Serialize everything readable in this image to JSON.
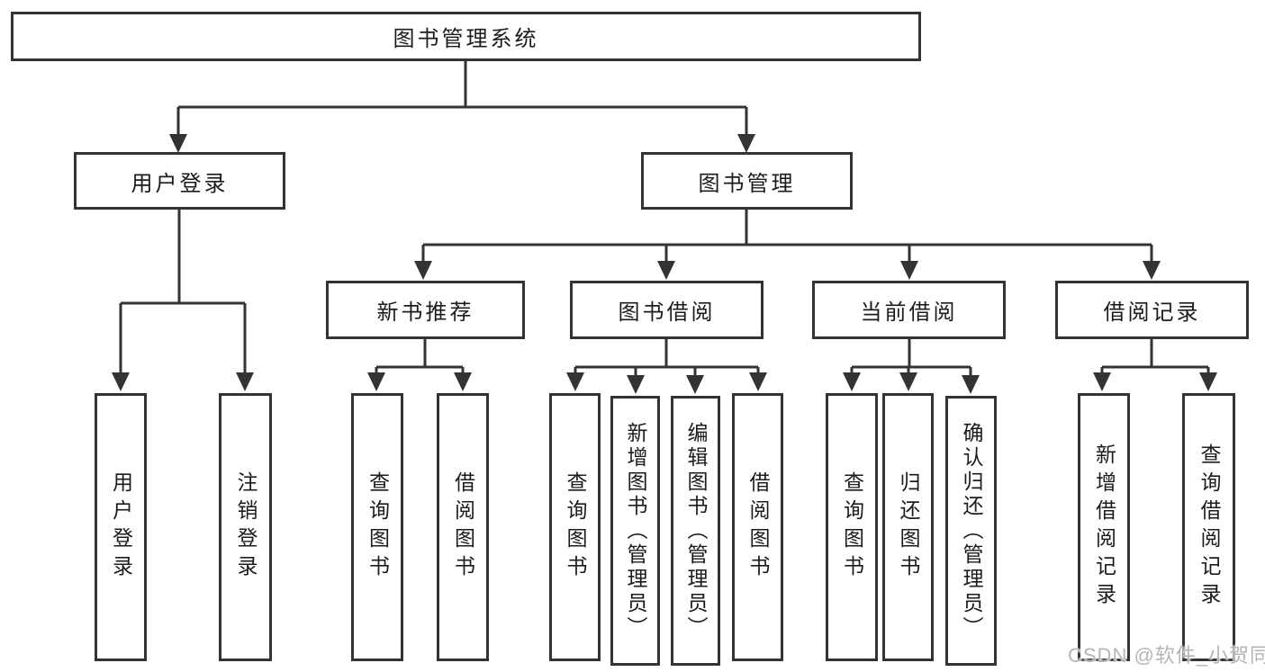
{
  "diagram": {
    "type": "function-structure-tree",
    "colors": {
      "background": "#ffffff",
      "line": "#333333",
      "box_border": "#333333",
      "text": "#1c1c1c",
      "watermark_text": "#b5b5b5"
    },
    "hierarchy": {
      "图书管理系统": {
        "用户登录": [
          "用户登录",
          "注销登录"
        ],
        "图书管理": {
          "新书推荐": [
            "查询图书",
            "借阅图书"
          ],
          "图书借阅": [
            "查询图书",
            "新增图书（管理员）",
            "编辑图书（管理员）",
            "借阅图书"
          ],
          "当前借阅": [
            "查询图书",
            "归还图书",
            "确认归还（管理员）"
          ],
          "借阅记录": [
            "新增借阅记录",
            "查询借阅记录"
          ]
        }
      }
    }
  },
  "nodes": {
    "root": {
      "label": "图书管理系统"
    },
    "user_login": {
      "label": "用户登录"
    },
    "book_mgmt": {
      "label": "图书管理"
    },
    "new_book": {
      "label": "新书推荐"
    },
    "book_borrow": {
      "label": "图书借阅"
    },
    "current_borrow": {
      "label": "当前借阅"
    },
    "borrow_record": {
      "label": "借阅记录"
    },
    "leaf_user_login": {
      "label": "用户登录"
    },
    "leaf_logout": {
      "label": "注销登录"
    },
    "leaf_nb_query": {
      "label": "查询图书"
    },
    "leaf_nb_borrow": {
      "label": "借阅图书"
    },
    "leaf_bb_query": {
      "label": "查询图书"
    },
    "leaf_bb_add": {
      "label": "新增图书（管理员）"
    },
    "leaf_bb_edit": {
      "label": "编辑图书（管理员）"
    },
    "leaf_bb_borrow": {
      "label": "借阅图书"
    },
    "leaf_cb_query": {
      "label": "查询图书"
    },
    "leaf_cb_return": {
      "label": "归还图书"
    },
    "leaf_cb_confirm": {
      "label": "确认归还（管理员）"
    },
    "leaf_br_add": {
      "label": "新增借阅记录"
    },
    "leaf_br_query": {
      "label": "查询借阅记录"
    }
  },
  "watermark": {
    "text": "CSDN @软件_小贺同学"
  }
}
